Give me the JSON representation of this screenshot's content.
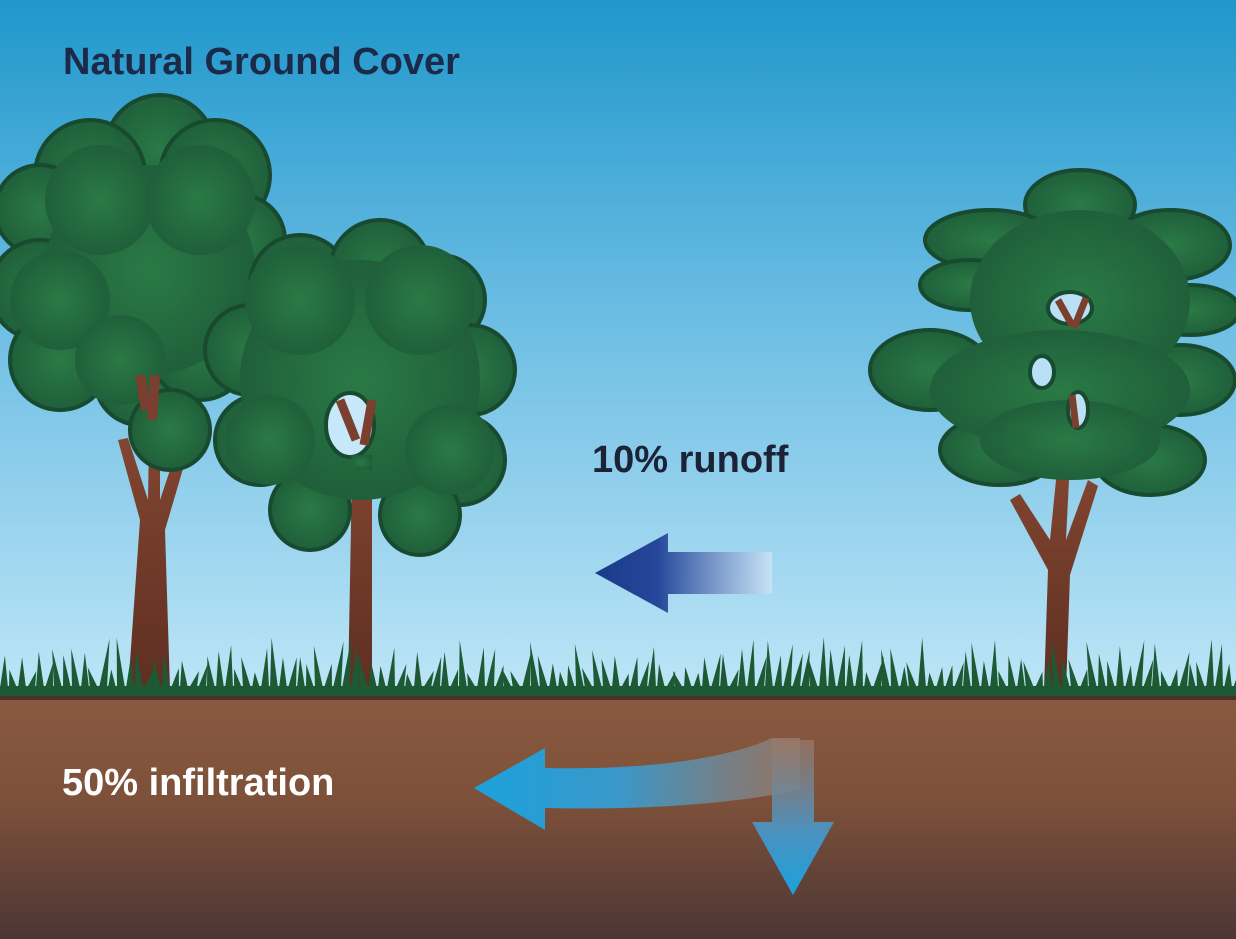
{
  "title": "Natural Ground Cover",
  "labels": {
    "runoff": "10% runoff",
    "infiltration": "50% infiltration"
  },
  "colors": {
    "sky_top": "#1f97cb",
    "sky_bottom": "#bfe6f7",
    "foliage": "#1f5e3c",
    "foliage_center": "#2a7a45",
    "foliage_outline": "#174a2f",
    "trunk": "#7a3f2e",
    "grass": "#1d5a33",
    "soil_top": "#8a5a40",
    "soil_bottom": "#4c3636",
    "runoff_arrow": "#1b3a8a",
    "infiltration_arrow": "#1ba2dc",
    "title_text": "#1c2a4a",
    "runoff_text": "#1c2336",
    "infiltration_text": "#ffffff"
  }
}
